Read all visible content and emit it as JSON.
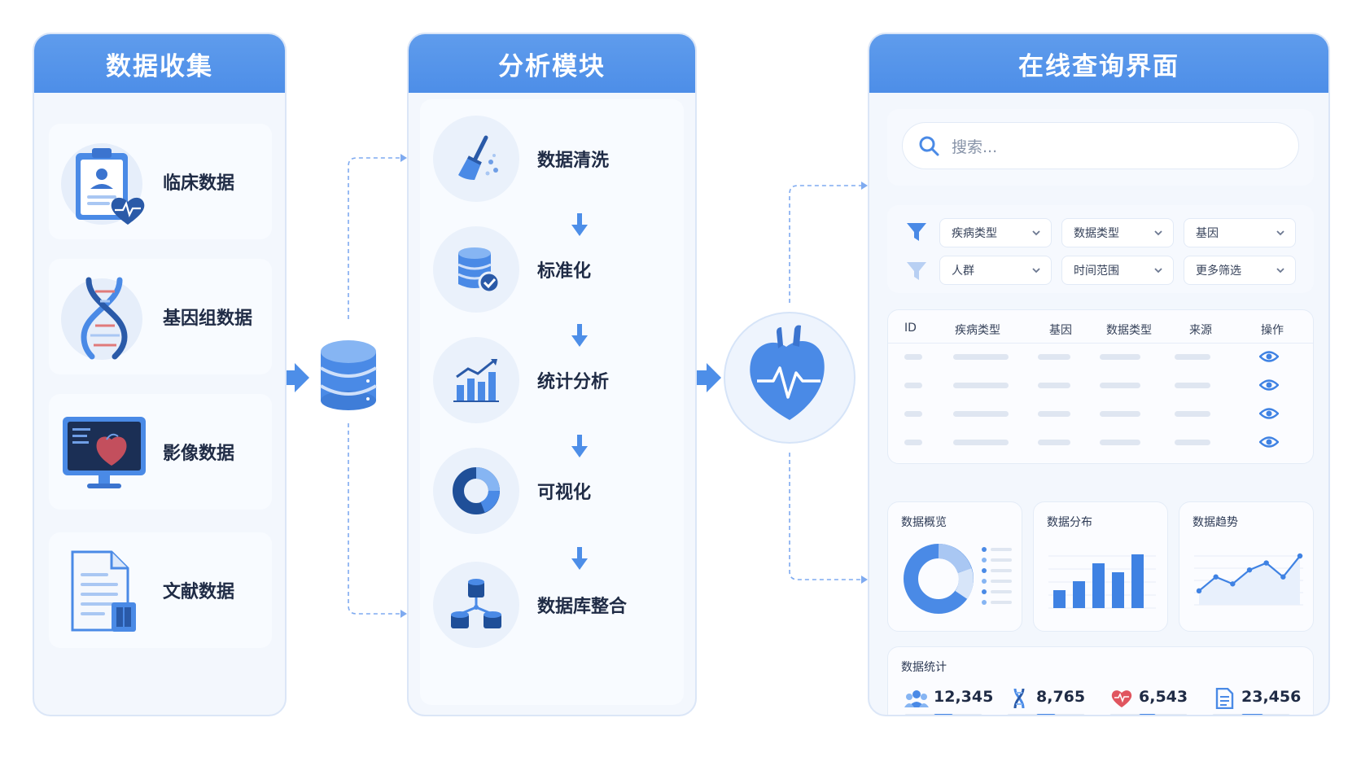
{
  "panels": {
    "collect": {
      "title": "数据收集",
      "items": [
        {
          "label": "临床数据",
          "icon": "clinical-clipboard-icon"
        },
        {
          "label": "基因组数据",
          "icon": "dna-icon"
        },
        {
          "label": "影像数据",
          "icon": "monitor-heart-scan-icon"
        },
        {
          "label": "文献数据",
          "icon": "document-icon"
        }
      ]
    },
    "analysis": {
      "title": "分析模块",
      "steps": [
        {
          "label": "数据清洗",
          "icon": "broom-icon"
        },
        {
          "label": "标准化",
          "icon": "database-check-icon"
        },
        {
          "label": "统计分析",
          "icon": "bar-trend-icon"
        },
        {
          "label": "可视化",
          "icon": "donut-chart-icon"
        },
        {
          "label": "数据库整合",
          "icon": "database-network-icon"
        }
      ]
    },
    "query": {
      "title": "在线查询界面",
      "search": {
        "placeholder": "搜索..."
      },
      "filters": [
        "疾病类型",
        "数据类型",
        "基因",
        "人群",
        "时间范围",
        "更多筛选"
      ],
      "table": {
        "headers": [
          "ID",
          "疾病类型",
          "基因",
          "数据类型",
          "来源",
          "操作"
        ],
        "row_count": 4
      },
      "cards": [
        {
          "title": "数据概览"
        },
        {
          "title": "数据分布",
          "values": [
            2,
            3,
            5,
            4,
            6
          ]
        },
        {
          "title": "数据趋势",
          "values": [
            2,
            4,
            3,
            5,
            6,
            4,
            7
          ]
        }
      ],
      "stats": {
        "title": "数据统计",
        "items": [
          {
            "value": "12,345",
            "icon": "users-icon",
            "fraction": 0.4
          },
          {
            "value": "8,765",
            "icon": "dna-small-icon",
            "fraction": 0.4
          },
          {
            "value": "6,543",
            "icon": "heart-icon",
            "fraction": 0.35
          },
          {
            "value": "23,456",
            "icon": "document-small-icon",
            "fraction": 0.45
          }
        ]
      }
    }
  },
  "colors": {
    "accent": "#4d8ee8",
    "dark_blue": "#2a5aa8",
    "light": "#eaf1fb",
    "heart": "#e0555f"
  }
}
